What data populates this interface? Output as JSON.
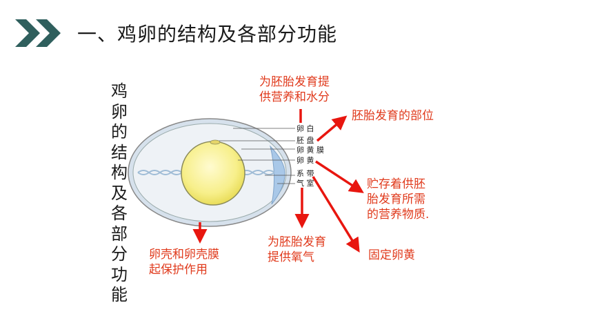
{
  "header": {
    "title": "一、鸡卵的结构及各部分功能",
    "chevron_color": "#2f5f5d"
  },
  "vertical_title": "鸡卵的结构及各部分功能",
  "diagram": {
    "part_labels": [
      "卵白",
      "胚盘",
      "卵黄膜",
      "卵黄",
      "系带",
      "气室"
    ],
    "functions": {
      "egg_white": "为胚胎发育提\n供营养和水分",
      "embryo_disc": "胚胎发育的部位",
      "yolk": "贮存着供胚\n胎发育所需\n的营养物质.",
      "chalaza": "固定卵黄",
      "air_cell": "为胚胎发育\n提供氧气",
      "shell": "卵壳和卵壳膜\n起保护作用"
    },
    "colors": {
      "arrow": "#e8160f",
      "label_text": "#e03a1c",
      "yolk": "#f7ef8a",
      "shell": "#d6e1ec",
      "air_cell": "#a9c8e8"
    }
  }
}
